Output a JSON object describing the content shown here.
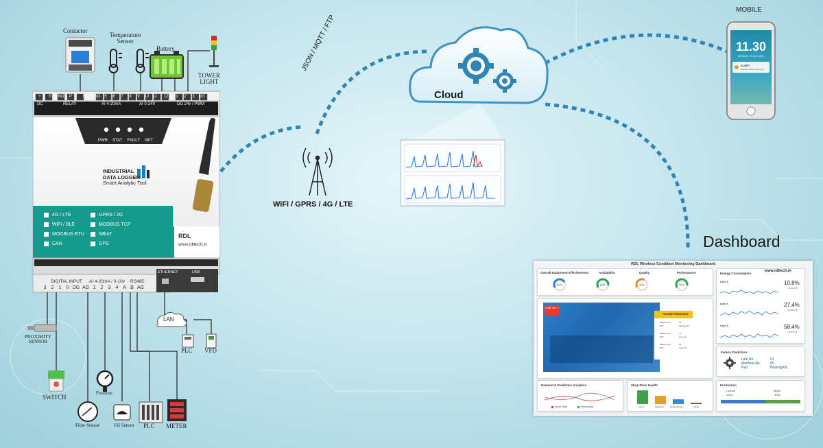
{
  "colors": {
    "teal": "#169a8c",
    "dash": "#2f86b6",
    "gauge_blue": "#2c7bd6",
    "gauge_green": "#2fa04f",
    "gauge_orange": "#e88b18"
  },
  "sensors": {
    "contactor": "Contactor",
    "temperature": "Temperature\nSensor",
    "battery": "Battery",
    "tower": "TOWER\nLIGHT"
  },
  "logger": {
    "top_labels": [
      "DC",
      "RELAY",
      "AI 4-20mA",
      "AI 0-24V",
      "DG 24v / PWM"
    ],
    "top_pins": [
      "+",
      "G",
      "NO",
      "P",
      "N",
      "AG",
      "5",
      "6",
      "7",
      "8",
      "9",
      "10",
      "11",
      "12",
      "1",
      "2",
      "3",
      "DG"
    ],
    "leds": [
      "PWR",
      "STAT",
      "FAULT",
      "NET"
    ],
    "brand_line1": "INDUSTRIAL",
    "brand_line2": "DATA LOGGER",
    "tagline": "Smart Analytic Tool",
    "features": [
      "4G / LTE",
      "GPRS / 2G",
      "WiFi / BLE",
      "MODBUS TCP",
      "MODBUS RTU",
      "NBIoT",
      "CAN",
      "GPS"
    ],
    "company": "RDL",
    "website": "www.rdltech.in",
    "bottom_labels": [
      "DIGITAL INPUT",
      "AI 4-20mA / 0-10v",
      "RS485",
      "ETHERNET",
      "USB"
    ],
    "bottom_pins": [
      "3",
      "2",
      "1",
      "0",
      "DG",
      "AG",
      "1",
      "2",
      "3",
      "4",
      "A",
      "B",
      "AG"
    ]
  },
  "peripherals": {
    "proximity": "PROXIMITY\nSENSOR",
    "switch": "SWITCH",
    "pressure": "Pressure",
    "flow": "Flow Sensor",
    "oil": "Oil Sensor",
    "plc_bottom": "PLC",
    "meter": "METER",
    "lan": "LAN",
    "plc_right": "PLC",
    "vfd": "VFD"
  },
  "network": {
    "protocols": "JSON / MQTT / FTP",
    "wireless": "WiFi / GPRS / 4G / LTE",
    "cloud": "Cloud"
  },
  "mobile": {
    "label": "MOBILE",
    "time": "11.30",
    "date": "MONDAY, 15 JULY 2021",
    "alert": "ALERT",
    "alert_sub": "Machine Failure Warning"
  },
  "dashboard": {
    "label": "Dashboard",
    "title": "RDL Wireless Condition Monitoring Dashboard",
    "website": "www.rdltech.in",
    "oee": {
      "title": "Overall Equipment Effectiveness",
      "gauges": [
        {
          "name": "",
          "value": "50%",
          "pct": 0.5,
          "color": "#2c7bd6"
        },
        {
          "name": "Availability",
          "value": "60%",
          "pct": 0.6,
          "color": "#2fa04f"
        },
        {
          "name": "Quality",
          "value": "40%",
          "pct": 0.4,
          "color": "#e88b18"
        },
        {
          "name": "Performance",
          "value": "60%",
          "pct": 0.6,
          "color": "#2fa04f"
        }
      ]
    },
    "energy": {
      "title": "Energy Consumption",
      "lines": [
        {
          "name": "Line 1",
          "value": "10.8%",
          "sub": "10.83% ▼"
        },
        {
          "name": "Line 2",
          "value": "27.4%",
          "sub": "10.54% ▼"
        },
        {
          "name": "Line 3",
          "value": "58.4%",
          "sub": "21.07% ▼"
        }
      ]
    },
    "line_badge": "LINE NO. 1",
    "failure": {
      "header": "FAILURE PREDICTION",
      "rows": [
        {
          "k1": "Machine No",
          "v1": "01",
          "k2": "Part",
          "v2": "Bearing #3"
        },
        {
          "k1": "Machine No",
          "v1": "02",
          "k2": "Part",
          "v2": "Gear #2"
        },
        {
          "k1": "Machine No",
          "v1": "03",
          "k2": "Part",
          "v2": "Gear #2"
        }
      ]
    },
    "failure_card": {
      "title": "Failure Prediction",
      "k": [
        "Line No",
        "Machine No",
        "Part"
      ],
      "v": [
        "01",
        "05",
        "Bearing#02"
      ]
    },
    "demand": {
      "title": "Demand & Predictive Analytics",
      "legend": [
        "Down Time",
        "Productivity"
      ]
    },
    "shop": {
      "title": "Shop Floor Health",
      "cats": [
        "Good",
        "Moderate",
        "Need Attention",
        "Failed"
      ]
    },
    "production": {
      "title": "Production",
      "current_label": "Current",
      "current": "1000",
      "target_label": "Target",
      "target": "2000",
      "pct": 0.55
    }
  }
}
